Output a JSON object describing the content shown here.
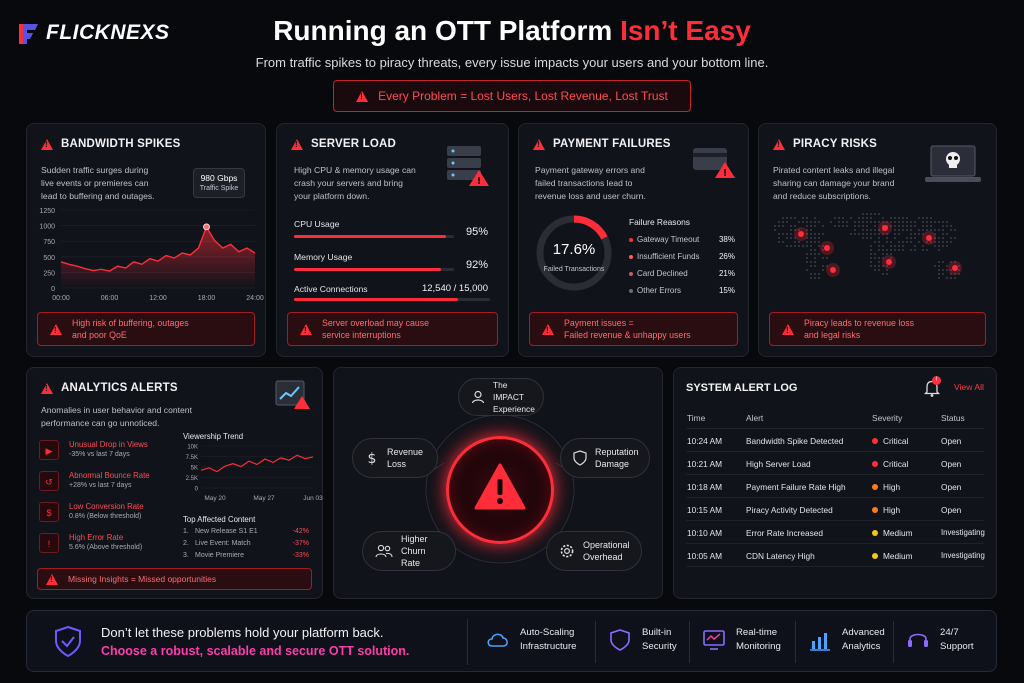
{
  "brand": {
    "logo_text": "FLICKNEXS"
  },
  "header": {
    "title_main": "Running an OTT Platform ",
    "title_accent": "Isn’t Easy",
    "subtitle": "From traffic spikes to piracy threats, every issue impacts your users and your bottom line.",
    "banner": "Every Problem = Lost Users, Lost Revenue, Lost Trust"
  },
  "bandwidth": {
    "title": "BANDWIDTH SPIKES",
    "desc": [
      "Sudden traffic surges during",
      "live events or premieres can",
      "lead to buffering and outages."
    ],
    "callout_value": "980 Gbps",
    "callout_label": "Traffic Spike",
    "chart_data": {
      "type": "area",
      "x_ticks": [
        "00:00",
        "06:00",
        "12:00",
        "18:00",
        "24:00"
      ],
      "y_ticks": [
        "0",
        "250",
        "500",
        "750",
        "1000",
        "1250"
      ],
      "ylim": [
        0,
        1250
      ],
      "points": [
        [
          0,
          420
        ],
        [
          1,
          380
        ],
        [
          2,
          350
        ],
        [
          3,
          310
        ],
        [
          4,
          280
        ],
        [
          5,
          300
        ],
        [
          6,
          270
        ],
        [
          7,
          350
        ],
        [
          8,
          320
        ],
        [
          9,
          420
        ],
        [
          10,
          380
        ],
        [
          11,
          470
        ],
        [
          12,
          430
        ],
        [
          13,
          520
        ],
        [
          14,
          480
        ],
        [
          15,
          560
        ],
        [
          16,
          530
        ],
        [
          17,
          640
        ],
        [
          18,
          980
        ],
        [
          19,
          760
        ],
        [
          20,
          640
        ],
        [
          21,
          700
        ],
        [
          22,
          580
        ],
        [
          23,
          640
        ],
        [
          24,
          560
        ]
      ]
    },
    "alert": [
      "High risk of buffering, outages",
      "and poor QoE"
    ]
  },
  "server": {
    "title": "SERVER LOAD",
    "desc": [
      "High CPU & memory usage can",
      "crash your servers and bring",
      "your platform down."
    ],
    "metrics": [
      {
        "label": "CPU Usage",
        "value": "95%",
        "fill": 95
      },
      {
        "label": "Memory Usage",
        "value": "92%",
        "fill": 92
      },
      {
        "label": "Active Connections",
        "value": "12,540 / 15,000",
        "fill": 83.6
      }
    ],
    "alert": [
      "Server overload may cause",
      "service interruptions"
    ]
  },
  "payment": {
    "title": "PAYMENT FAILURES",
    "desc": [
      "Payment gateway errors and",
      "failed transactions lead to",
      "revenue loss and user churn."
    ],
    "donut_value": "17.6%",
    "donut_fraction": 0.176,
    "donut_label": "Failed Transactions",
    "reasons_title": "Failure Reasons",
    "reasons": [
      {
        "label": "Gateway Timeout",
        "value": "38%"
      },
      {
        "label": "Insufficient Funds",
        "value": "26%"
      },
      {
        "label": "Card Declined",
        "value": "21%"
      },
      {
        "label": "Other Errors",
        "value": "15%"
      }
    ],
    "alert": [
      "Payment issues =",
      "Failed revenue & unhappy users"
    ]
  },
  "piracy": {
    "title": "PIRACY RISKS",
    "desc": [
      "Pirated content leaks and illegal",
      "sharing can damage your brand",
      "and reduce subscriptions."
    ],
    "alert": [
      "Piracy leads to revenue loss",
      "and legal risks"
    ]
  },
  "analytics": {
    "title": "ANALYTICS ALERTS",
    "desc": [
      "Anomalies in user behavior and content",
      "performance can go unnoticed."
    ],
    "items": [
      {
        "title": "Unusual Drop in Views",
        "sub": "-35% vs last 7 days",
        "icon": "play-icon"
      },
      {
        "title": "Abnormal Bounce Rate",
        "sub": "+28% vs last 7 days",
        "icon": "bounce-icon"
      },
      {
        "title": "Low Conversion Rate",
        "sub": "0.8% (Below threshold)",
        "icon": "dollar-icon"
      },
      {
        "title": "High Error Rate",
        "sub": "5.6% (Above threshold)",
        "icon": "error-icon"
      }
    ],
    "trend_title": "Viewership Trend",
    "chart_data": {
      "type": "line",
      "x_ticks": [
        "May 20",
        "May 27",
        "Jun 03"
      ],
      "y_ticks": [
        "0",
        "2.5K",
        "5K",
        "7.5K",
        "10K"
      ],
      "ylim": [
        0,
        10000
      ],
      "points": [
        [
          0,
          4200
        ],
        [
          1,
          4800
        ],
        [
          2,
          3900
        ],
        [
          3,
          5200
        ],
        [
          4,
          5800
        ],
        [
          5,
          5100
        ],
        [
          6,
          6400
        ],
        [
          7,
          5600
        ],
        [
          8,
          6900
        ],
        [
          9,
          6100
        ],
        [
          10,
          7200
        ],
        [
          11,
          6600
        ],
        [
          12,
          7800
        ],
        [
          13,
          7000
        ],
        [
          14,
          7400
        ]
      ]
    },
    "top_title": "Top Affected Content",
    "top": [
      {
        "rank": "1.",
        "name": "New Release S1 E1",
        "value": "-42%"
      },
      {
        "rank": "2.",
        "name": "Live Event: Match",
        "value": "-37%"
      },
      {
        "rank": "3.",
        "name": "Movie Premiere",
        "value": "-33%"
      }
    ],
    "alert": "Missing Insights = Missed opportunities"
  },
  "impact": {
    "nodes": [
      {
        "key": "ux",
        "line1": "The IMPACT",
        "line2": "Experience",
        "icon": "user-icon"
      },
      {
        "key": "revenue",
        "line1": "Revenue",
        "line2": "Loss",
        "icon": "dollar-icon"
      },
      {
        "key": "reputation",
        "line1": "Reputation",
        "line2": "Damage",
        "icon": "shield-icon"
      },
      {
        "key": "churn",
        "line1": "Higher",
        "line2": "Churn Rate",
        "icon": "users-icon"
      },
      {
        "key": "ops",
        "line1": "Operational",
        "line2": "Overhead",
        "icon": "gear-icon"
      }
    ]
  },
  "log": {
    "title": "SYSTEM ALERT LOG",
    "badge": "!",
    "view_all": "View All",
    "columns": [
      "Time",
      "Alert",
      "Severity",
      "Status"
    ],
    "rows": [
      {
        "time": "10:24 AM",
        "alert": "Bandwidth Spike Detected",
        "severity": "Critical",
        "color": "#ff2d3a",
        "status": "Open"
      },
      {
        "time": "10:21 AM",
        "alert": "High Server Load",
        "severity": "Critical",
        "color": "#ff2d3a",
        "status": "Open"
      },
      {
        "time": "10:18 AM",
        "alert": "Payment Failure Rate High",
        "severity": "High",
        "color": "#ff7a1a",
        "status": "Open"
      },
      {
        "time": "10:15 AM",
        "alert": "Piracy Activity Detected",
        "severity": "High",
        "color": "#ff7a1a",
        "status": "Open"
      },
      {
        "time": "10:10 AM",
        "alert": "Error Rate Increased",
        "severity": "Medium",
        "color": "#f5c518",
        "status": "Investigating"
      },
      {
        "time": "10:05 AM",
        "alert": "CDN Latency High",
        "severity": "Medium",
        "color": "#f5c518",
        "status": "Investigating"
      }
    ]
  },
  "footer": {
    "line1": "Don’t let these problems hold your platform back.",
    "line2": "Choose a robust, scalable and secure OTT solution.",
    "features": [
      {
        "l1": "Auto-Scaling",
        "l2": "Infrastructure",
        "icon": "cloud-icon"
      },
      {
        "l1": "Built-in",
        "l2": "Security",
        "icon": "shield-icon"
      },
      {
        "l1": "Real-time",
        "l2": "Monitoring",
        "icon": "monitor-icon"
      },
      {
        "l1": "Advanced",
        "l2": "Analytics",
        "icon": "analytics-icon"
      },
      {
        "l1": "24/7",
        "l2": "Support",
        "icon": "headset-icon"
      }
    ]
  }
}
